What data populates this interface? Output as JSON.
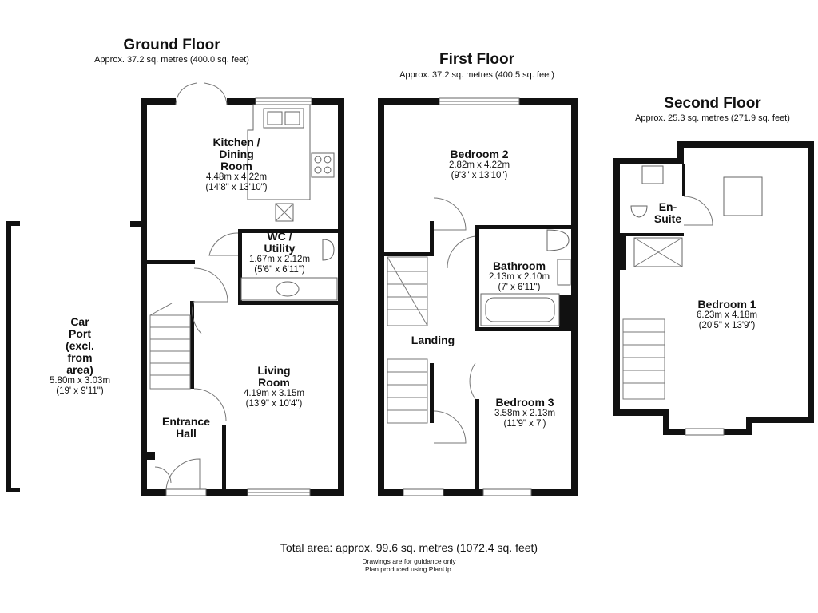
{
  "floors": {
    "ground": {
      "title": "Ground Floor",
      "area": "Approx. 37.2 sq. metres (400.0 sq. feet)",
      "rooms": {
        "kitchen": {
          "name_1": "Kitchen /",
          "name_2": "Dining",
          "name_3": "Room",
          "dim_m": "4.48m x 4.22m",
          "dim_ft": "(14'8\" x 13'10\")"
        },
        "wc": {
          "name_1": "WC /",
          "name_2": "Utility",
          "dim_m": "1.67m x 2.12m",
          "dim_ft": "(5'6\" x 6'11\")"
        },
        "living": {
          "name_1": "Living",
          "name_2": "Room",
          "dim_m": "4.19m x 3.15m",
          "dim_ft": "(13'9\" x 10'4\")"
        },
        "hall": {
          "name_1": "Entrance",
          "name_2": "Hall"
        },
        "carport": {
          "name_1": "Car",
          "name_2": "Port",
          "name_3": "(excl.",
          "name_4": "from",
          "name_5": "area)",
          "dim_m": "5.80m x 3.03m",
          "dim_ft": "(19' x 9'11\")"
        }
      }
    },
    "first": {
      "title": "First Floor",
      "area": "Approx. 37.2 sq. metres (400.5 sq. feet)",
      "rooms": {
        "bedroom2": {
          "name": "Bedroom 2",
          "dim_m": "2.82m x 4.22m",
          "dim_ft": "(9'3\" x 13'10\")"
        },
        "bathroom": {
          "name": "Bathroom",
          "dim_m": "2.13m x 2.10m",
          "dim_ft": "(7' x 6'11\")"
        },
        "landing": {
          "name": "Landing"
        },
        "bedroom3": {
          "name": "Bedroom 3",
          "dim_m": "3.58m x 2.13m",
          "dim_ft": "(11'9\" x 7')"
        }
      }
    },
    "second": {
      "title": "Second Floor",
      "area": "Approx. 25.3 sq. metres (271.9 sq. feet)",
      "rooms": {
        "ensuite": {
          "name_1": "En-",
          "name_2": "Suite"
        },
        "bedroom1": {
          "name": "Bedroom 1",
          "dim_m": "6.23m x 4.18m",
          "dim_ft": "(20'5\" x 13'9\")"
        }
      }
    }
  },
  "footer": {
    "total": "Total area: approx. 99.6 sq. metres (1072.4 sq. feet)",
    "note_1": "Drawings are for guidance only",
    "note_2": "Plan produced using PlanUp."
  }
}
